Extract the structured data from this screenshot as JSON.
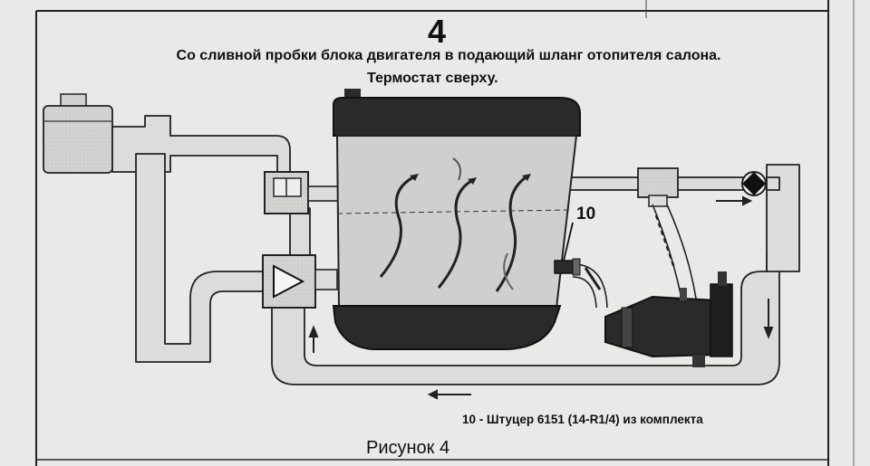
{
  "figure_number": "4",
  "caption_line1": "Со сливной пробки блока двигателя в подающий шланг отопителя салона.",
  "caption_line2": "Термостат сверху.",
  "callout_number": "10",
  "legend": "10 - Штуцер 6151 (14-R1/4) из комплекта",
  "figure_caption": "Рисунок 4",
  "colors": {
    "background": "#e9e9e7",
    "pipe_fill": "#dcdcda",
    "outline": "#222222",
    "engine_body": "#cfcfcf",
    "dark_parts": "#2a2a2a"
  }
}
